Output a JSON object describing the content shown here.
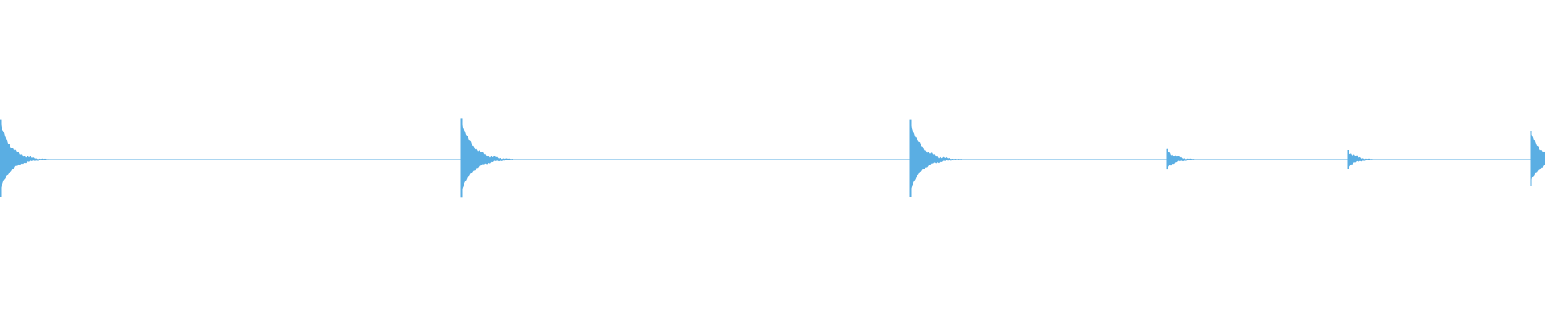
{
  "waveform": {
    "color": "#5aaee3",
    "background": "#ffffff",
    "duration_fraction_onsets": [
      0.0,
      0.2985,
      0.5892,
      0.7552,
      0.8724,
      0.9905
    ],
    "onset_amplitudes": [
      0.21,
      0.215,
      0.21,
      0.055,
      0.05,
      0.15
    ],
    "decay_rates": [
      18,
      16,
      17,
      22,
      24,
      18
    ]
  }
}
